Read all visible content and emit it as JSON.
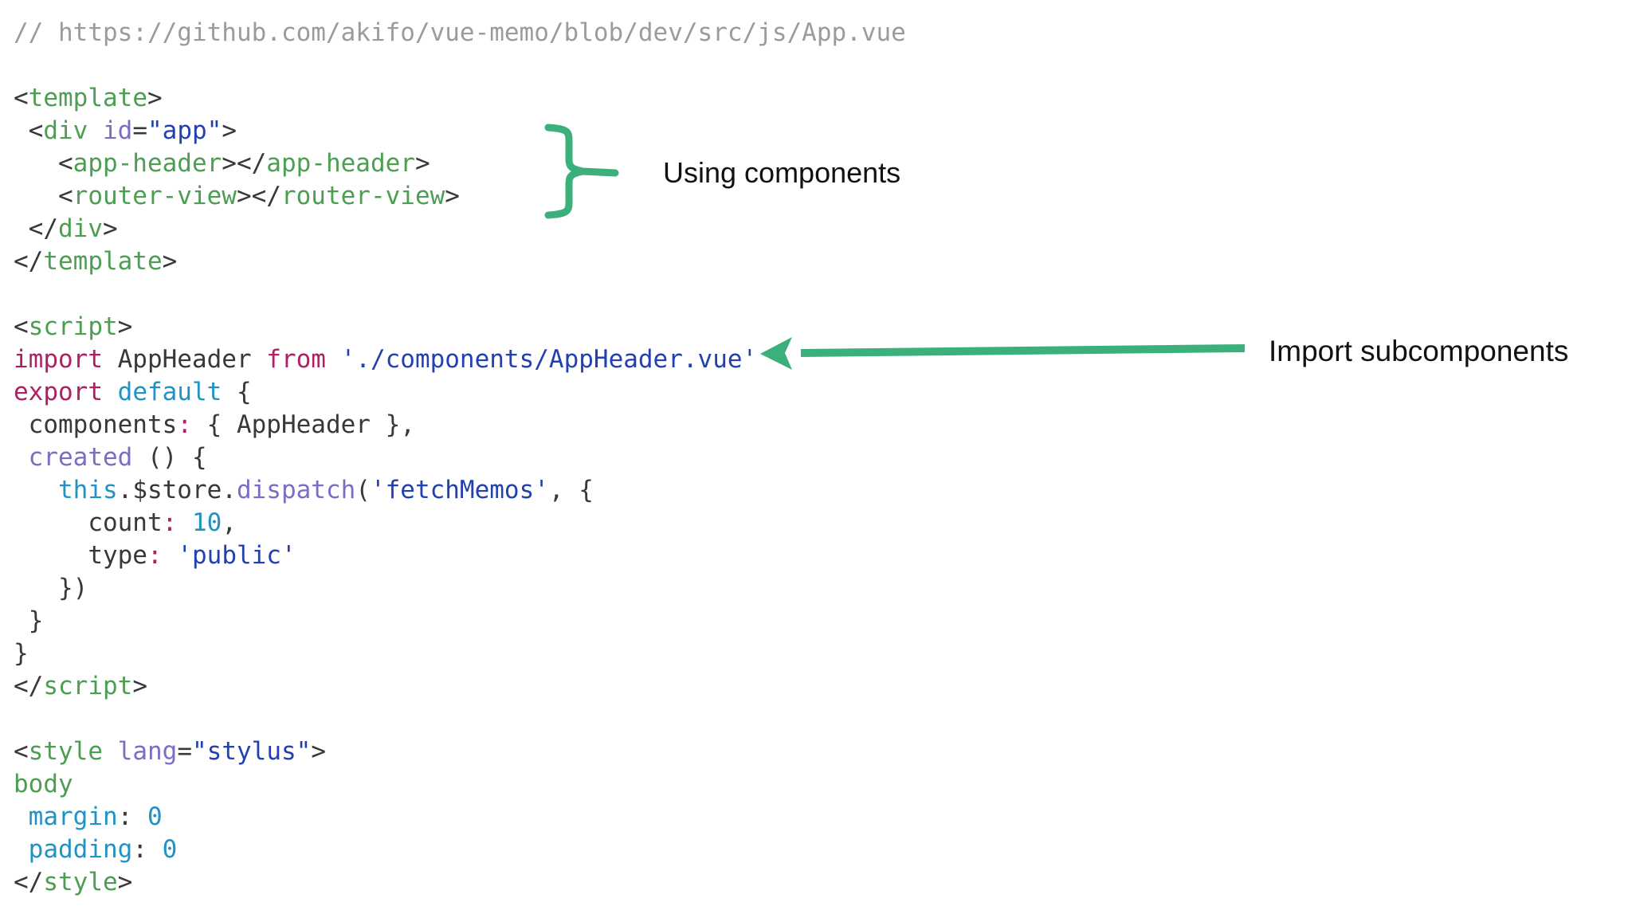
{
  "colors": {
    "annotation_green": "#3cb07a",
    "annotation_text": "#111111",
    "code_green_tag": "#4c9e52",
    "code_purple": "#7d6cc3",
    "code_navy_string": "#2340b0",
    "code_crimson_keyword": "#b11f63",
    "code_cyan_keyword": "#2093c4",
    "code_plain": "#383838",
    "code_comment_gray": "#9b9b9b",
    "background": "#ffffff"
  },
  "annotations": {
    "using_components": {
      "label": "Using components"
    },
    "import_subcomponents": {
      "label": "Import subcomponents"
    }
  },
  "code": {
    "lines": [
      {
        "name": "comment-url",
        "tokens": [
          {
            "c": "comment",
            "t": "// https://github.com/akifo/vue-memo/blob/dev/src/js/App.vue"
          }
        ]
      },
      {
        "name": "blank-line",
        "tokens": []
      },
      {
        "name": "template-open-tag",
        "tokens": [
          {
            "c": "punct",
            "t": "<"
          },
          {
            "c": "tag",
            "t": "template"
          },
          {
            "c": "punct",
            "t": ">"
          }
        ]
      },
      {
        "name": "div-app-open-tag",
        "tokens": [
          {
            "c": "punct",
            "t": " <"
          },
          {
            "c": "tag",
            "t": "div"
          },
          {
            "c": "plain",
            "t": " "
          },
          {
            "c": "attr",
            "t": "id"
          },
          {
            "c": "punct",
            "t": "="
          },
          {
            "c": "string",
            "t": "\"app\""
          },
          {
            "c": "punct",
            "t": ">"
          }
        ]
      },
      {
        "name": "app-header-element",
        "tokens": [
          {
            "c": "punct",
            "t": "   <"
          },
          {
            "c": "tag",
            "t": "app-header"
          },
          {
            "c": "punct",
            "t": "></"
          },
          {
            "c": "tag",
            "t": "app-header"
          },
          {
            "c": "punct",
            "t": ">"
          }
        ]
      },
      {
        "name": "router-view-element",
        "tokens": [
          {
            "c": "punct",
            "t": "   <"
          },
          {
            "c": "tag",
            "t": "router-view"
          },
          {
            "c": "punct",
            "t": "></"
          },
          {
            "c": "tag",
            "t": "router-view"
          },
          {
            "c": "punct",
            "t": ">"
          }
        ]
      },
      {
        "name": "div-close-tag",
        "tokens": [
          {
            "c": "punct",
            "t": " </"
          },
          {
            "c": "tag",
            "t": "div"
          },
          {
            "c": "punct",
            "t": ">"
          }
        ]
      },
      {
        "name": "template-close-tag",
        "tokens": [
          {
            "c": "punct",
            "t": "</"
          },
          {
            "c": "tag",
            "t": "template"
          },
          {
            "c": "punct",
            "t": ">"
          }
        ]
      },
      {
        "name": "blank-line",
        "tokens": []
      },
      {
        "name": "script-open-tag",
        "tokens": [
          {
            "c": "punct",
            "t": "<"
          },
          {
            "c": "tag",
            "t": "script"
          },
          {
            "c": "punct",
            "t": ">"
          }
        ]
      },
      {
        "name": "import-statement",
        "tokens": [
          {
            "c": "keyword",
            "t": "import"
          },
          {
            "c": "plain",
            "t": " AppHeader "
          },
          {
            "c": "keyword",
            "t": "from"
          },
          {
            "c": "plain",
            "t": " "
          },
          {
            "c": "string",
            "t": "'./components/AppHeader.vue'"
          }
        ]
      },
      {
        "name": "export-default",
        "tokens": [
          {
            "c": "keyword",
            "t": "export"
          },
          {
            "c": "plain",
            "t": " "
          },
          {
            "c": "keyword2",
            "t": "default"
          },
          {
            "c": "plain",
            "t": " {"
          }
        ]
      },
      {
        "name": "components-property",
        "tokens": [
          {
            "c": "plain",
            "t": " components"
          },
          {
            "c": "keyword",
            "t": ":"
          },
          {
            "c": "plain",
            "t": " { AppHeader },"
          }
        ]
      },
      {
        "name": "created-hook",
        "tokens": [
          {
            "c": "fn",
            "t": " created"
          },
          {
            "c": "plain",
            "t": " () {"
          }
        ]
      },
      {
        "name": "dispatch-call",
        "tokens": [
          {
            "c": "plain",
            "t": "   "
          },
          {
            "c": "keyword2",
            "t": "this"
          },
          {
            "c": "plain",
            "t": ".$store."
          },
          {
            "c": "fn",
            "t": "dispatch"
          },
          {
            "c": "plain",
            "t": "("
          },
          {
            "c": "string",
            "t": "'fetchMemos'"
          },
          {
            "c": "plain",
            "t": ", {"
          }
        ]
      },
      {
        "name": "count-property",
        "tokens": [
          {
            "c": "plain",
            "t": "     count"
          },
          {
            "c": "keyword",
            "t": ":"
          },
          {
            "c": "plain",
            "t": " "
          },
          {
            "c": "num",
            "t": "10"
          },
          {
            "c": "plain",
            "t": ","
          }
        ]
      },
      {
        "name": "type-property",
        "tokens": [
          {
            "c": "plain",
            "t": "     type"
          },
          {
            "c": "keyword",
            "t": ":"
          },
          {
            "c": "plain",
            "t": " "
          },
          {
            "c": "string",
            "t": "'public'"
          }
        ]
      },
      {
        "name": "dispatch-close",
        "tokens": [
          {
            "c": "plain",
            "t": "   })"
          }
        ]
      },
      {
        "name": "created-close",
        "tokens": [
          {
            "c": "plain",
            "t": " }"
          }
        ]
      },
      {
        "name": "export-close",
        "tokens": [
          {
            "c": "plain",
            "t": "}"
          }
        ]
      },
      {
        "name": "script-close-tag",
        "tokens": [
          {
            "c": "punct",
            "t": "</"
          },
          {
            "c": "tag",
            "t": "script"
          },
          {
            "c": "punct",
            "t": ">"
          }
        ]
      },
      {
        "name": "blank-line",
        "tokens": []
      },
      {
        "name": "style-open-tag",
        "tokens": [
          {
            "c": "punct",
            "t": "<"
          },
          {
            "c": "tag",
            "t": "style"
          },
          {
            "c": "plain",
            "t": " "
          },
          {
            "c": "attr",
            "t": "lang"
          },
          {
            "c": "punct",
            "t": "="
          },
          {
            "c": "string",
            "t": "\"stylus\""
          },
          {
            "c": "punct",
            "t": ">"
          }
        ]
      },
      {
        "name": "body-selector",
        "tokens": [
          {
            "c": "tag",
            "t": "body"
          }
        ]
      },
      {
        "name": "margin-rule",
        "tokens": [
          {
            "c": "keyword2",
            "t": " margin"
          },
          {
            "c": "plain",
            "t": ": "
          },
          {
            "c": "num",
            "t": "0"
          }
        ]
      },
      {
        "name": "padding-rule",
        "tokens": [
          {
            "c": "keyword2",
            "t": " padding"
          },
          {
            "c": "plain",
            "t": ": "
          },
          {
            "c": "num",
            "t": "0"
          }
        ]
      },
      {
        "name": "style-close-tag",
        "tokens": [
          {
            "c": "punct",
            "t": "</"
          },
          {
            "c": "tag",
            "t": "style"
          },
          {
            "c": "punct",
            "t": ">"
          }
        ]
      }
    ]
  }
}
